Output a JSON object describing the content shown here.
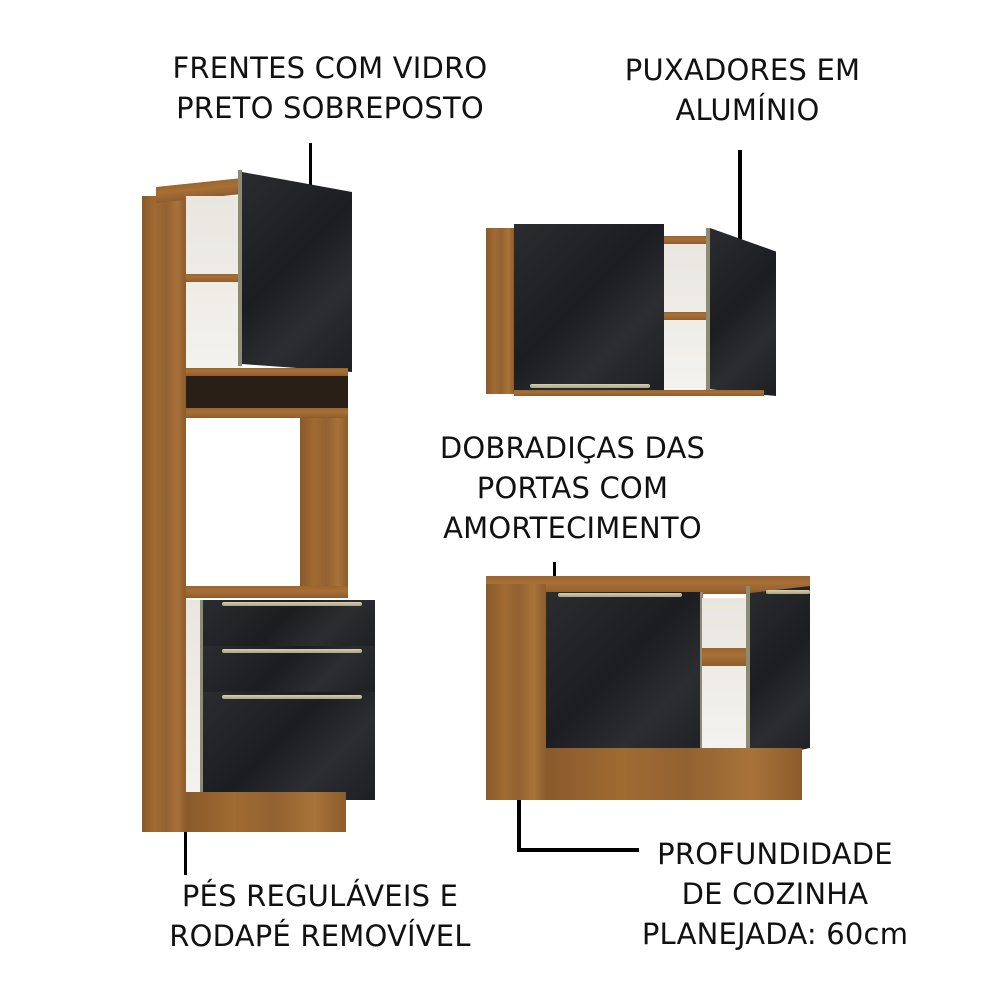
{
  "callouts": {
    "fronts": {
      "lines": [
        "FRENTES COM VIDRO",
        "PRETO SOBREPOSTO"
      ]
    },
    "handles": {
      "lines": [
        "PUXADORES EM",
        "ALUMÍNIO"
      ]
    },
    "hinges": {
      "lines": [
        "DOBRADIÇAS DAS",
        "PORTAS COM",
        "AMORTECIMENTO"
      ]
    },
    "feet": {
      "lines": [
        "PÉS REGULÁVEIS E",
        "RODAPÉ REMOVÍVEL"
      ]
    },
    "depth": {
      "lines": [
        "PROFUNDIDADE",
        "DE COZINHA",
        "PLANEJADA: 60cm"
      ]
    }
  },
  "products": {
    "tall_oven_cabinet": {
      "name": "tall-oven-tower",
      "drawers": 3,
      "doors": 1
    },
    "wall_cabinet": {
      "name": "wall-cabinet",
      "doors": 2
    },
    "base_cabinet": {
      "name": "base-cabinet",
      "doors": 2
    }
  },
  "colors": {
    "wood": "#9a6530",
    "glass_black": "#1e1f23",
    "handle_aluminum": "#c9c3a5",
    "text": "#111111",
    "background": "#ffffff"
  }
}
